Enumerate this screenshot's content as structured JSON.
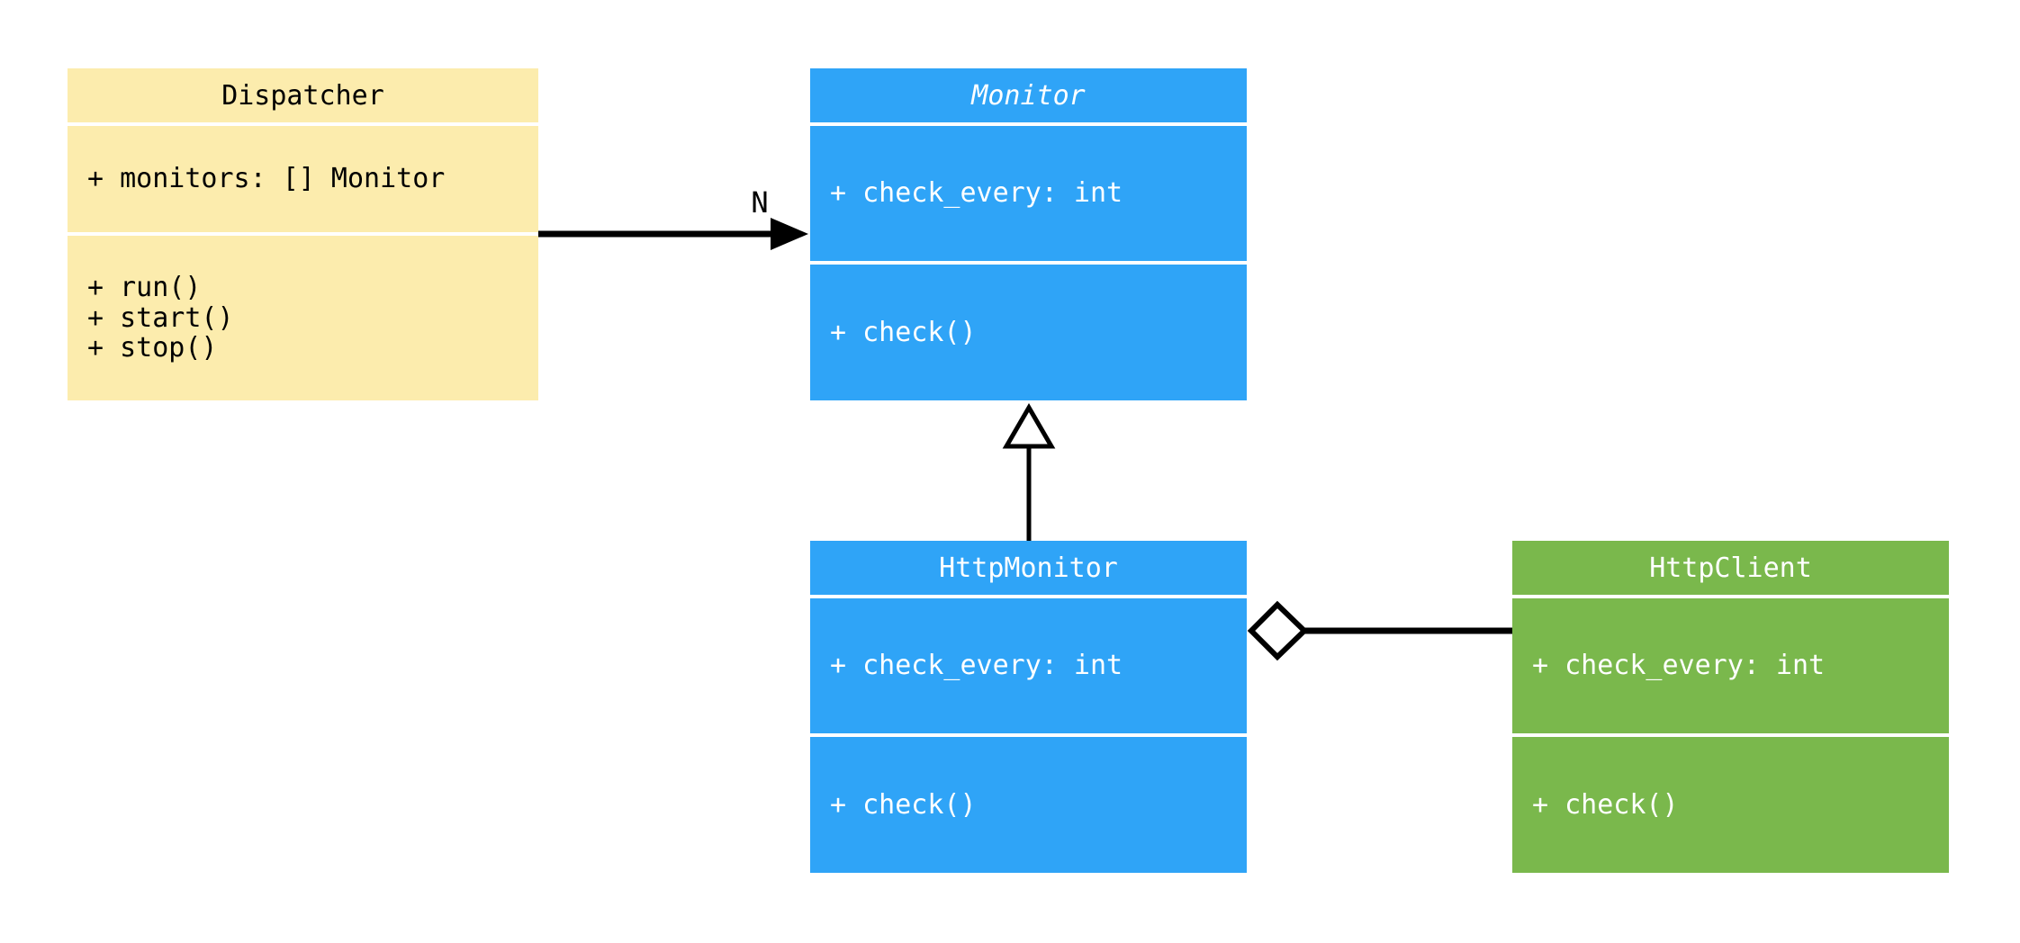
{
  "diagram": {
    "kind": "uml-class-diagram",
    "background": "#ffffff"
  },
  "colors": {
    "yellow": "#fcecad",
    "blue": "#2fa4f7",
    "green": "#7ab84c",
    "line": "#000000",
    "text_on_yellow": "#000000",
    "text_on_blue": "#ffffff",
    "text_on_green": "#ffffff"
  },
  "classes": [
    {
      "name": "Dispatcher",
      "abstract": false,
      "fill": "yellow",
      "attributes": [
        "+ monitors: [] Monitor"
      ],
      "methods": [
        "+ run()",
        "+ start()",
        "+ stop()"
      ]
    },
    {
      "name": "Monitor",
      "abstract": true,
      "fill": "blue",
      "attributes": [
        "+ check_every: int"
      ],
      "methods": [
        "+ check()"
      ]
    },
    {
      "name": "HttpMonitor",
      "abstract": false,
      "fill": "blue",
      "attributes": [
        "+ check_every: int"
      ],
      "methods": [
        "+ check()"
      ]
    },
    {
      "name": "HttpClient",
      "abstract": false,
      "fill": "green",
      "attributes": [
        "+ check_every: int"
      ],
      "methods": [
        "+ check()"
      ]
    }
  ],
  "relationships": [
    {
      "type": "association",
      "from": "Dispatcher",
      "to": "Monitor",
      "label": "N",
      "marker": "filled-arrowhead"
    },
    {
      "type": "inheritance",
      "from": "HttpMonitor",
      "to": "Monitor",
      "marker": "hollow-triangle"
    },
    {
      "type": "aggregation",
      "from": "HttpMonitor",
      "to": "HttpClient",
      "marker": "hollow-diamond"
    }
  ]
}
